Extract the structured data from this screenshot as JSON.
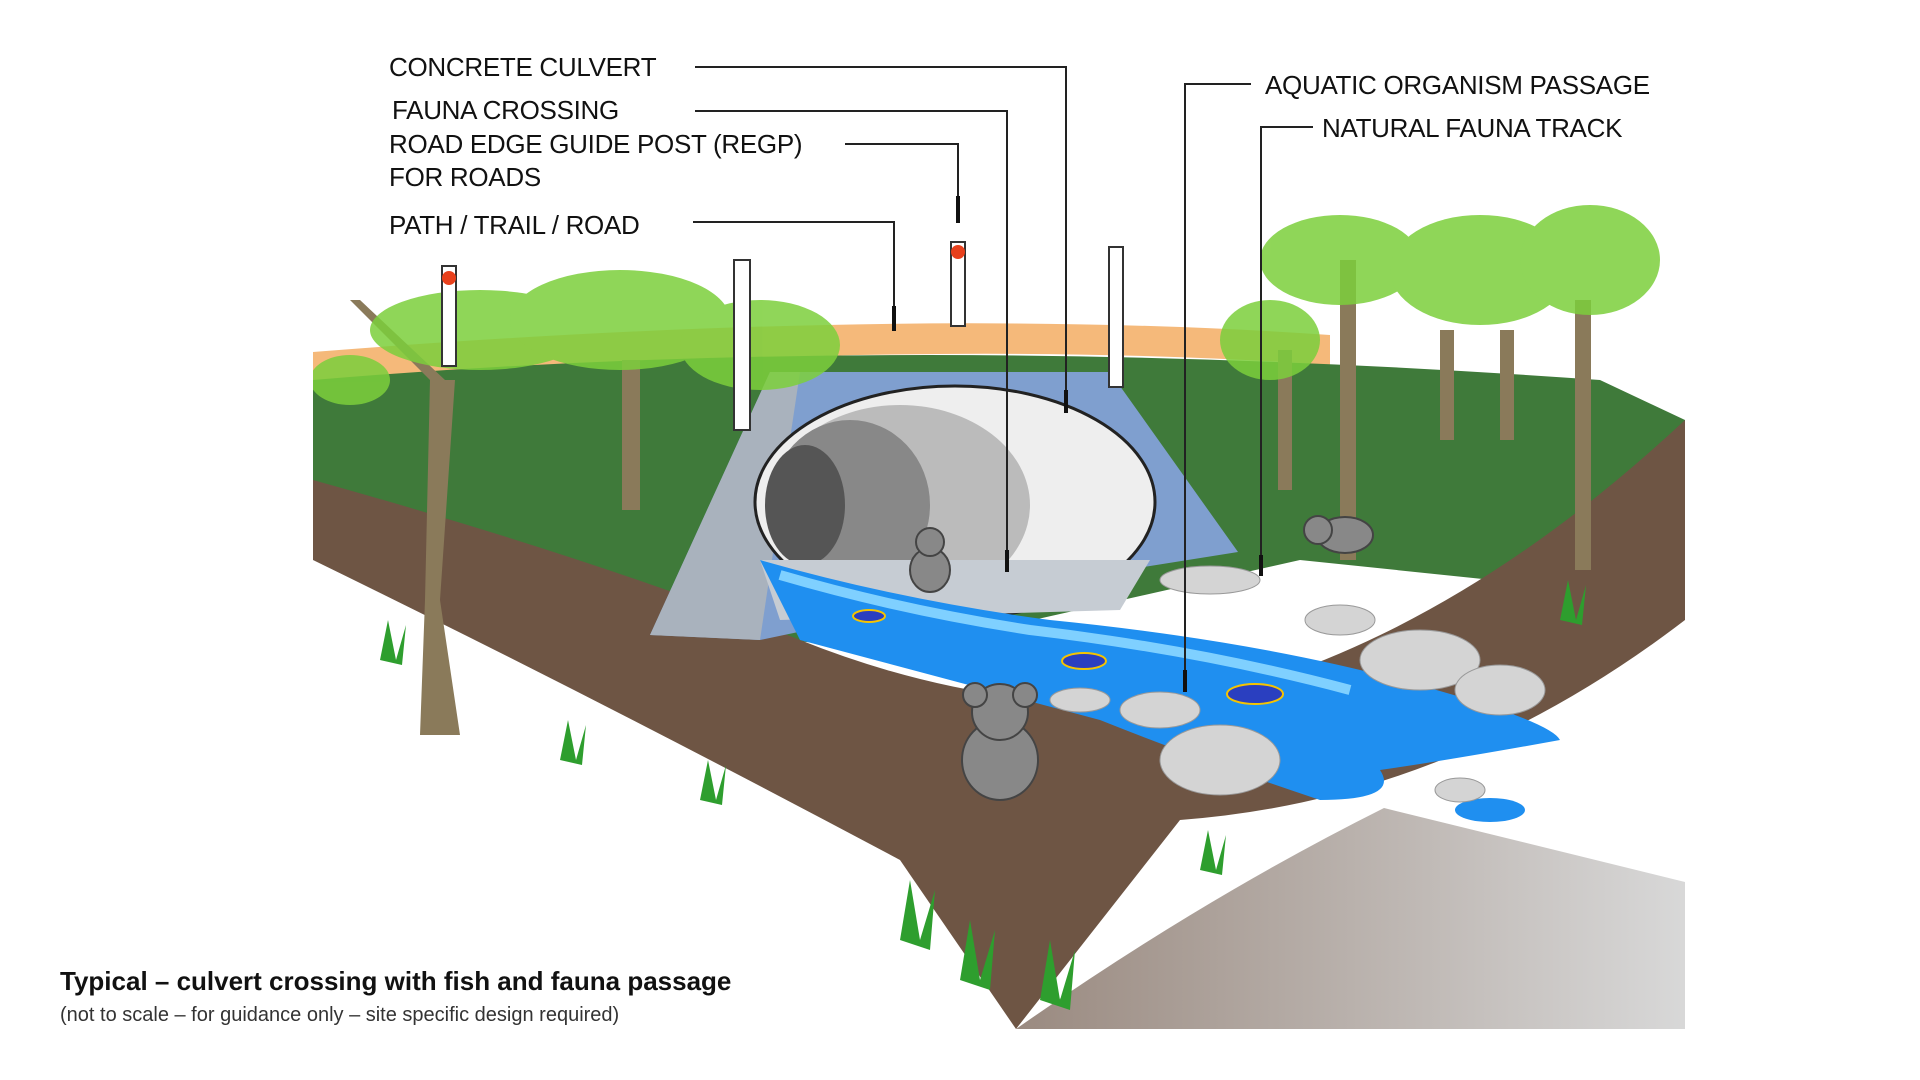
{
  "labels": {
    "concrete_culvert": "CONCRETE CULVERT",
    "fauna_crossing": "FAUNA CROSSING",
    "regp_line1": "ROAD EDGE GUIDE POST (REGP)",
    "regp_line2": "FOR ROADS",
    "path": "PATH / TRAIL / ROAD",
    "aquatic": "AQUATIC ORGANISM PASSAGE",
    "natural_track": "NATURAL FAUNA TRACK"
  },
  "caption": {
    "title": "Typical – culvert crossing with fish and fauna passage",
    "subtitle": "(not to scale – for guidance only – site specific design required)"
  },
  "colors": {
    "road": "#f5b97a",
    "embankment": "#3f7a3a",
    "ground": "#6e5544",
    "water": "#1f8ff0",
    "culvert": "#a9b2bd",
    "headwall": "#7f9fcf",
    "foliage": "#7ccf3c",
    "marker": "#e8401c"
  }
}
